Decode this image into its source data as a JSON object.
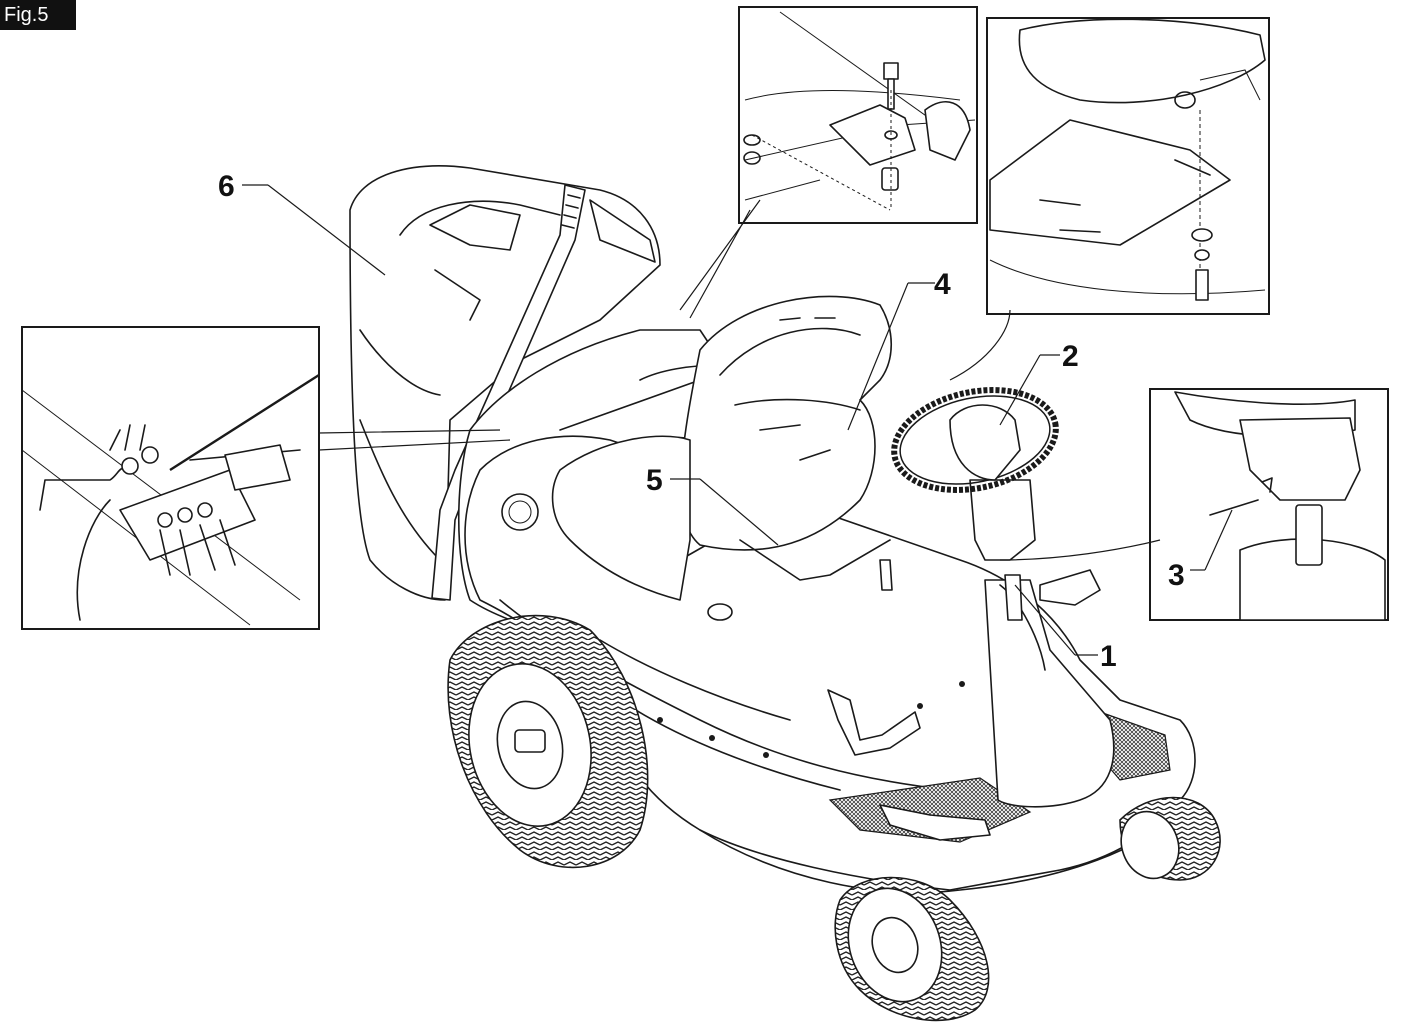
{
  "figure": {
    "label": "Fig.5"
  },
  "callouts": [
    {
      "id": "1",
      "text": "1"
    },
    {
      "id": "2",
      "text": "2"
    },
    {
      "id": "3",
      "text": "3"
    },
    {
      "id": "4",
      "text": "4"
    },
    {
      "id": "5",
      "text": "5"
    },
    {
      "id": "6",
      "text": "6"
    }
  ]
}
